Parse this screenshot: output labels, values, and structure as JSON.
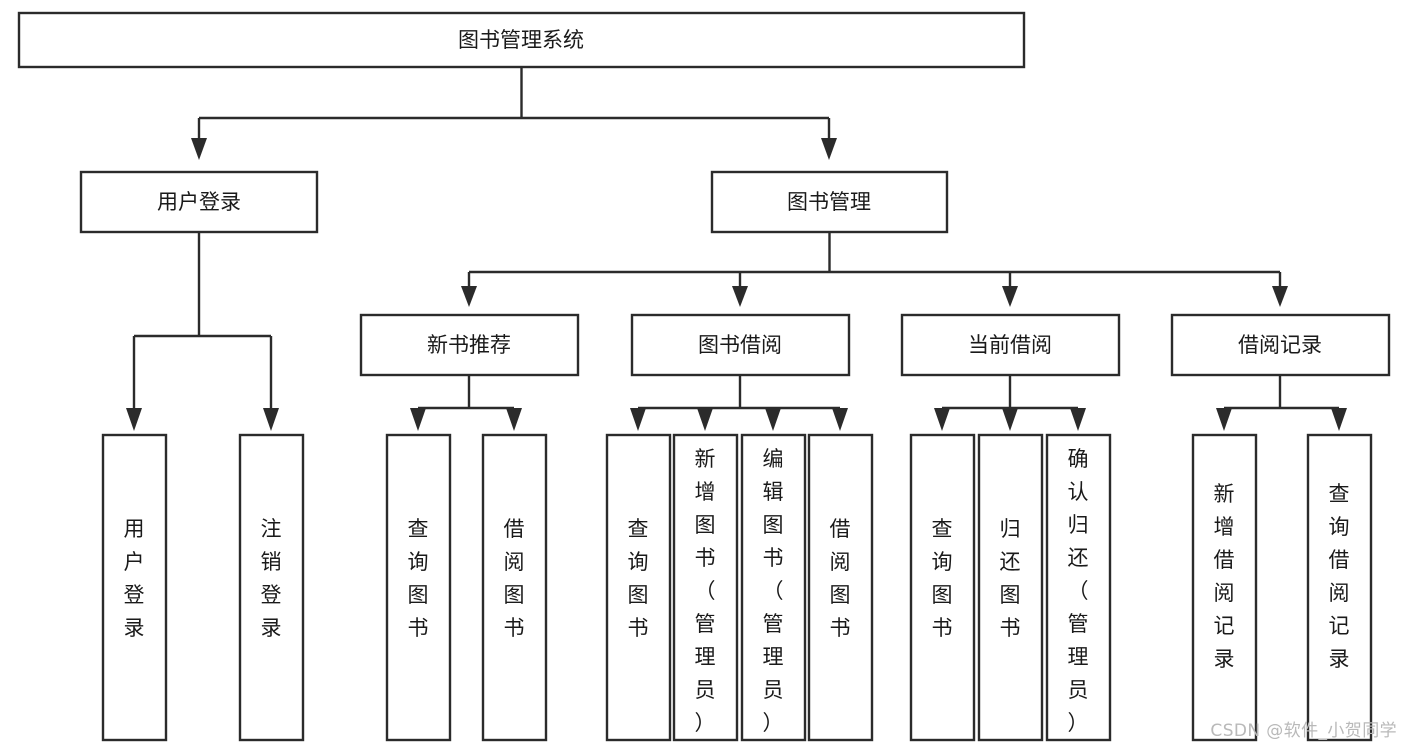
{
  "diagram": {
    "type": "tree-hierarchy-flowchart",
    "title": "图书管理系统",
    "orientation": "top-down",
    "colors": {
      "box_stroke": "#2b2b2b",
      "box_fill": "#ffffff",
      "connector": "#2b2b2b",
      "text": "#1a1a1a",
      "background": "#ffffff",
      "watermark": "#b9b9b9"
    }
  },
  "root": {
    "label": "图书管理系统"
  },
  "level2": [
    {
      "label": "用户登录"
    },
    {
      "label": "图书管理"
    }
  ],
  "level3": [
    {
      "label": "新书推荐"
    },
    {
      "label": "图书借阅"
    },
    {
      "label": "当前借阅"
    },
    {
      "label": "借阅记录"
    }
  ],
  "leaves": {
    "user_login": [
      {
        "label": "用户登录",
        "lines": [
          "用",
          "户",
          "登",
          "录"
        ]
      },
      {
        "label": "注销登录",
        "lines": [
          "注",
          "销",
          "登",
          "录"
        ]
      }
    ],
    "new_book_recommend": [
      {
        "label": "查询图书",
        "lines": [
          "查",
          "询",
          "图",
          "书"
        ]
      },
      {
        "label": "借阅图书",
        "lines": [
          "借",
          "阅",
          "图",
          "书"
        ]
      }
    ],
    "book_borrow": [
      {
        "label": "查询图书",
        "lines": [
          "查",
          "询",
          "图",
          "书"
        ]
      },
      {
        "label": "新增图书（管理员）",
        "lines": [
          "新",
          "增",
          "图",
          "书",
          "（",
          "管",
          "理",
          "员",
          "）"
        ]
      },
      {
        "label": "编辑图书（管理员）",
        "lines": [
          "编",
          "辑",
          "图",
          "书",
          "（",
          "管",
          "理",
          "员",
          "）"
        ]
      },
      {
        "label": "借阅图书",
        "lines": [
          "借",
          "阅",
          "图",
          "书"
        ]
      }
    ],
    "current_borrow": [
      {
        "label": "查询图书",
        "lines": [
          "查",
          "询",
          "图",
          "书"
        ]
      },
      {
        "label": "归还图书",
        "lines": [
          "归",
          "还",
          "图",
          "书"
        ]
      },
      {
        "label": "确认归还（管理员）",
        "lines": [
          "确",
          "认",
          "归",
          "还",
          "（",
          "管",
          "理",
          "员",
          "）"
        ]
      }
    ],
    "borrow_record": [
      {
        "label": "新增借阅记录",
        "lines": [
          "新",
          "增",
          "借",
          "阅",
          "记",
          "录"
        ]
      },
      {
        "label": "查询借阅记录",
        "lines": [
          "查",
          "询",
          "借",
          "阅",
          "记",
          "录"
        ]
      }
    ]
  },
  "watermark": {
    "text": "CSDN @软件_小贺同学"
  }
}
